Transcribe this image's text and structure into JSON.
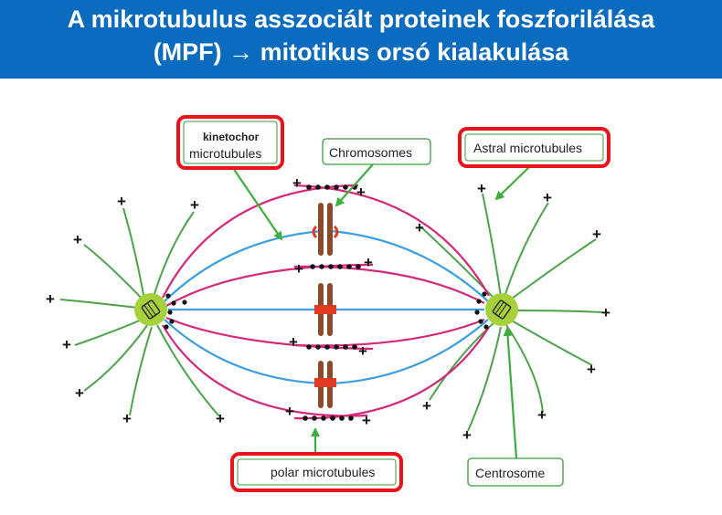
{
  "title": {
    "line1": "A mikrotubulus asszociált proteinek foszforilálása",
    "line2": "(MPF) → mitotikus orsó kialakulása"
  },
  "labels": {
    "kinetochor_line1": "kinetochor",
    "kinetochor_line2": "microtubules",
    "chromosomes": "Chromosomes",
    "astral": "Astral microtubules",
    "polar": "polar microtubules",
    "centrosome": "Centrosome"
  },
  "plus_sign": "+",
  "colors": {
    "title_bg": "#0a6bbf",
    "title_text": "#ffffff",
    "highlight_box": "#e8141c",
    "label_border": "#3c9a3c",
    "astral_fiber": "#4ba34b",
    "kinetochore_fiber": "#3a9ee0",
    "polar_fiber": "#d4287a",
    "centrosome_fill": "#a6d13a",
    "chromosome": "#8b4a2b",
    "kinetochore": "#e03a22",
    "arrow": "#3fae3f"
  }
}
